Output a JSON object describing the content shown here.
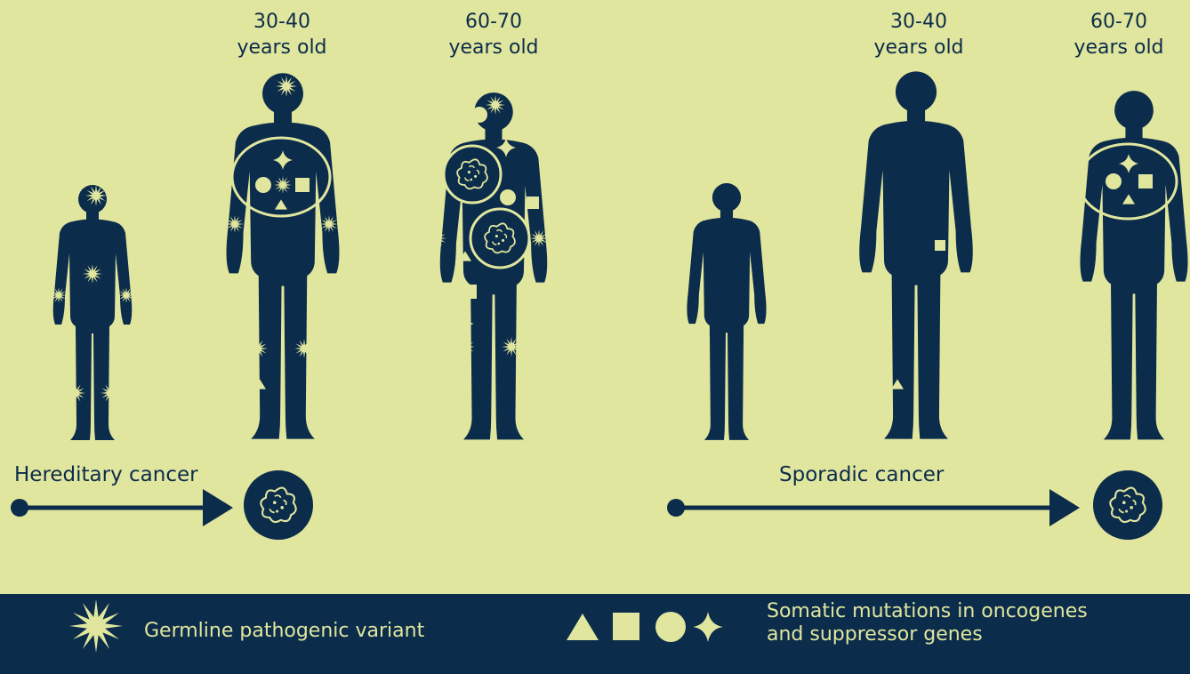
{
  "colors": {
    "background": "#E1E69E",
    "figure": "#0B2C4B",
    "marker": "#E1E69E"
  },
  "hereditary": {
    "label": "Hereditary cancer",
    "ages": [
      "30-40",
      "years old",
      "60-70",
      "years old"
    ]
  },
  "sporadic": {
    "label": "Sporadic cancer",
    "ages": [
      "30-40",
      "years old",
      "60-70",
      "years old"
    ]
  },
  "legend": {
    "germline": {
      "icon": "starburst-icon",
      "label": "Germline pathogenic variant"
    },
    "somatic": {
      "icons": [
        "triangle-icon",
        "square-icon",
        "circle-icon",
        "four-point-star-icon"
      ],
      "line1": "Somatic mutations in oncogenes",
      "line2": "and suppressor genes"
    }
  }
}
